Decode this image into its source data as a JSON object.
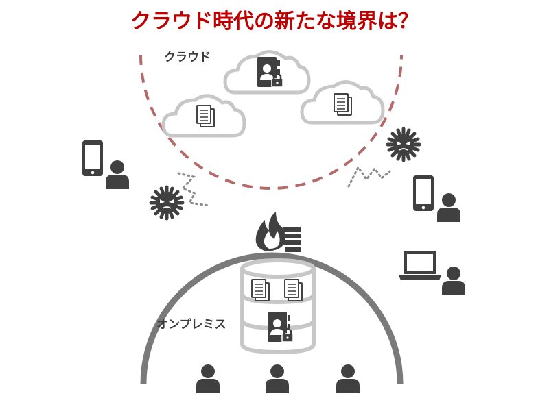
{
  "title": "クラウド時代の新たな境界は？",
  "labels": {
    "cloud": "クラウド",
    "onpremise": "オンプレミス"
  },
  "colors": {
    "title": "#c00000",
    "cloud_boundary": "#b56a6a",
    "onprem_boundary": "#7a7a7a",
    "icon_dark": "#404040",
    "cloud_outline": "#c7c7c7",
    "dotted_path": "#8a8a8a"
  },
  "icons": [
    "cloud-icon",
    "document-icon",
    "contact-book-lock-icon",
    "smartphone-icon",
    "person-icon",
    "laptop-icon",
    "virus-icon",
    "firewall-icon",
    "database-icon"
  ]
}
